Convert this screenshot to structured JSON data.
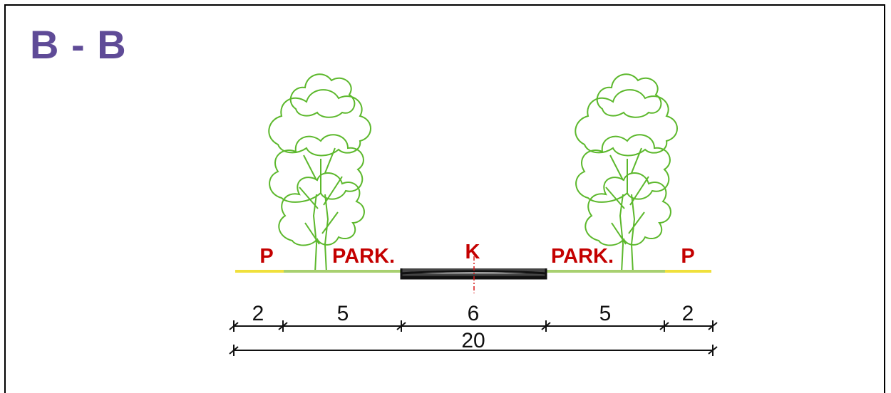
{
  "section_title": "B - B",
  "zones": [
    {
      "label": "P",
      "width": 2,
      "surface": "yellow"
    },
    {
      "label": "PARK.",
      "width": 5,
      "surface": "green"
    },
    {
      "label": "K",
      "width": 6,
      "surface": "road"
    },
    {
      "label": "PARK.",
      "width": 5,
      "surface": "green"
    },
    {
      "label": "P",
      "width": 2,
      "surface": "yellow"
    }
  ],
  "total_width": "20",
  "colors": {
    "title": "#5f4b97",
    "labels": "#c40000",
    "trees": "#5cb82c",
    "path_strip": "#f0e03c",
    "park_strip": "#a8d070",
    "road": "#222222",
    "axis": "#d81818"
  }
}
